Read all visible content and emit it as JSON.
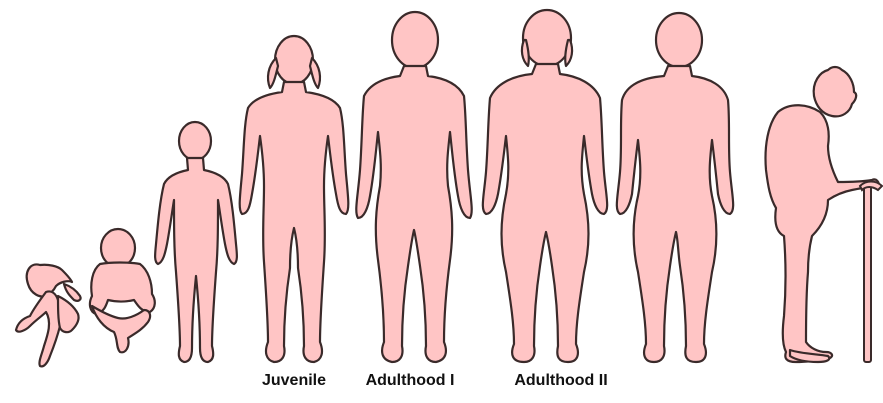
{
  "colors": {
    "skin": "#ffc5c5",
    "outline": "#3a2a2a",
    "label_text": "#111111"
  },
  "stages": [
    {
      "id": "newborn",
      "label": ""
    },
    {
      "id": "infant",
      "label": ""
    },
    {
      "id": "child",
      "label": ""
    },
    {
      "id": "juvenile",
      "label": "Juvenile"
    },
    {
      "id": "adulthood-1",
      "label": "Adulthood I"
    },
    {
      "id": "adulthood-2",
      "label": "Adulthood II"
    },
    {
      "id": "older-adult",
      "label": ""
    },
    {
      "id": "elderly",
      "label": ""
    }
  ]
}
